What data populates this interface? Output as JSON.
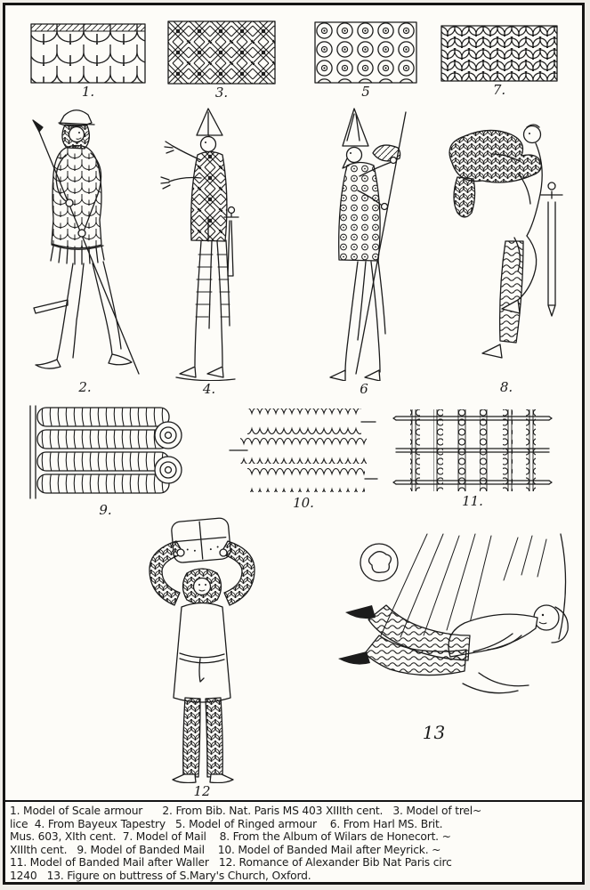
{
  "plate": {
    "colors": {
      "ink": "#1c1c1c",
      "paper": "#fdfcf8"
    },
    "labels": {
      "f1": "1.",
      "f2": "2.",
      "f3": "3.",
      "f4": "4.",
      "f5": "5",
      "f6": "6",
      "f7": "7.",
      "f8": "8.",
      "f9": "9.",
      "f10": "10.",
      "f11": "11.",
      "f12": "12",
      "f13": "13"
    },
    "caption_lines": [
      "1. Model of Scale armour      2. From Bib. Nat. Paris MS 403 XIIIth cent.   3. Model of trel~",
      "lice  4. From Bayeux Tapestry   5. Model of Ringed armour    6. From Harl MS. Brit.",
      "Mus. 603, XIth cent.  7. Model of Mail    8. From the Album of Wilars de Honecort. ~",
      "XIIIth cent.   9. Model of Banded Mail    10. Model of Banded Mail after Meyrick. ~",
      "11. Model of Banded Mail after Waller   12. Romance of Alexander Bib Nat Paris circ",
      "1240   13. Figure on buttress of S.Mary's Church, Oxford."
    ]
  }
}
